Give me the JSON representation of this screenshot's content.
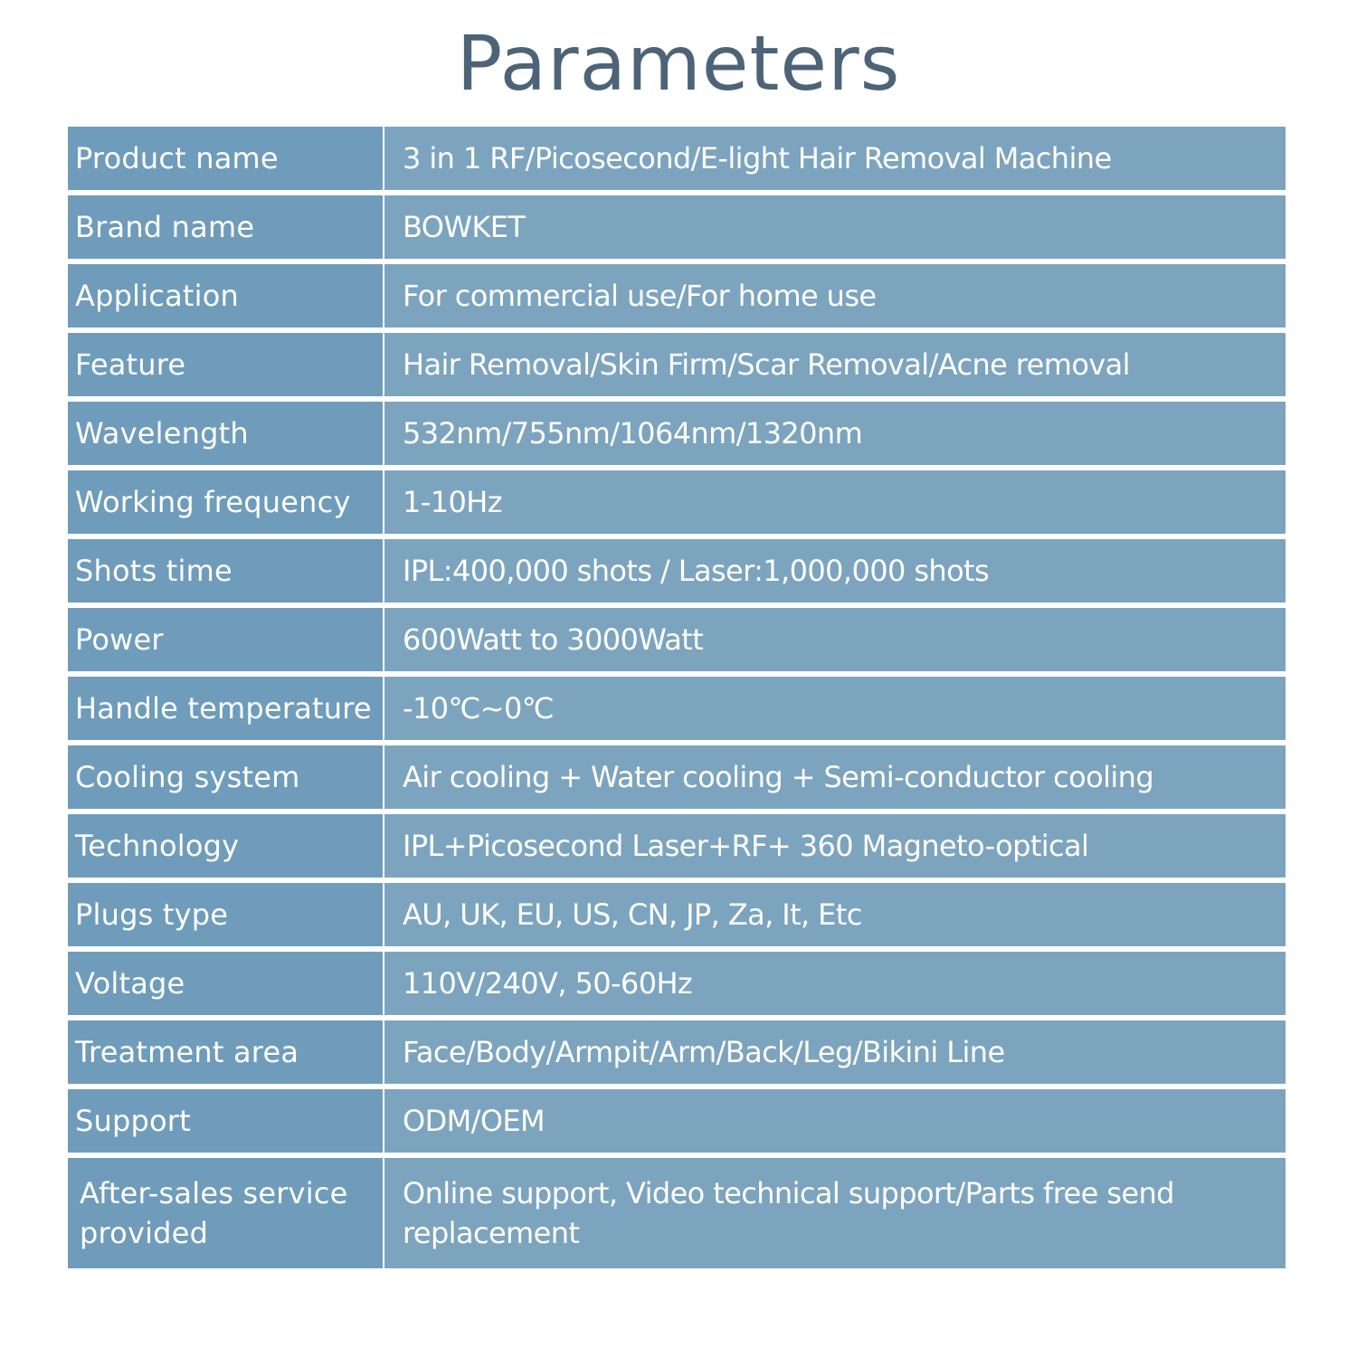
{
  "title": "Parameters",
  "rows": [
    {
      "label": "Product name",
      "value": "3 in 1 RF/Picosecond/E-light Hair Removal Machine"
    },
    {
      "label": "Brand name",
      "value": "BOWKET"
    },
    {
      "label": "Application",
      "value": "For commercial use/For home use"
    },
    {
      "label": "Feature",
      "value": "Hair Removal/Skin Firm/Scar Removal/Acne removal"
    },
    {
      "label": "Wavelength",
      "value": "532nm/755nm/1064nm/1320nm"
    },
    {
      "label": "Working frequency",
      "value": "1-10Hz"
    },
    {
      "label": "Shots time",
      "value": "IPL:400,000 shots / Laser:1,000,000 shots"
    },
    {
      "label": "Power",
      "value": "600Watt to 3000Watt"
    },
    {
      "label": "Handle temperature",
      "value": "-10℃~0℃"
    },
    {
      "label": "Cooling system",
      "value": "Air cooling + Water cooling + Semi-conductor cooling"
    },
    {
      "label": "Technology",
      "value": "IPL+Picosecond Laser+RF+ 360 Magneto-optical"
    },
    {
      "label": "Plugs type",
      "value": "AU, UK, EU, US, CN, JP, Za, It, Etc"
    },
    {
      "label": "Voltage",
      "value": "110V/240V, 50-60Hz"
    },
    {
      "label": "Treatment area",
      "value": "Face/Body/Armpit/Arm/Back/Leg/Bikini Line"
    },
    {
      "label": "Support",
      "value": "ODM/OEM"
    },
    {
      "label": "After-sales service provided",
      "value": "Online support, Video technical support/Parts free send replacement"
    }
  ],
  "colors": {
    "title": "#4d6478",
    "label_bg": "#6f9cba",
    "value_bg": "#7ca4be",
    "text": "#ffffff"
  }
}
